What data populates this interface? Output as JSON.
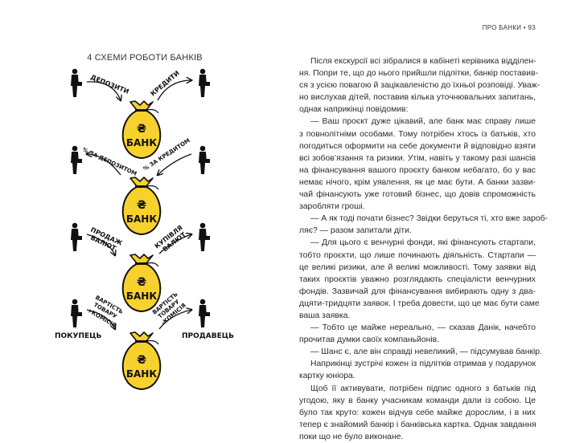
{
  "running_head": "ПРО БАНКИ • 93",
  "figure": {
    "title": "4 СХЕМИ РОБОТИ БАНКІВ",
    "bag_symbol": "₴",
    "bag_label": "БАНК",
    "bag_color": "#f7d12e",
    "rows": [
      {
        "left_arrow": "ДЕПОЗИТИ",
        "right_arrow": "КРЕДИТИ"
      },
      {
        "left_arrow": "% ЗА ДЕПОЗИТОМ",
        "right_arrow": "% ЗА КРЕДИТОМ"
      },
      {
        "left_arrow": [
          "ПРОДАЖ",
          "ВАЛЮТ"
        ],
        "right_arrow": [
          "КУПІВЛЯ",
          "ВАЛЮТ"
        ]
      },
      {
        "left_arrow": [
          "ВАРТІСТЬ",
          "ТОВАРУ",
          "+КОМІСІЯ"
        ],
        "right_arrow": [
          "ВАРТІСТЬ",
          "ТОВАРУ",
          "-КОМІСІЯ"
        ]
      }
    ],
    "buyer_label": "ПОКУПЕЦЬ",
    "seller_label": "ПРОДАВЕЦЬ"
  },
  "paragraphs": [
    [
      "Після екскурсії всі зібралися в кабінеті керівника відділен-",
      "ня. Попри те, що до нього прийшли підлітки, банкір поставив-",
      "ся з усією повагою й зацікавленістю до їхньої розповіді. Уваж-",
      "но вислухав дітей, поставив кілька уточнювальних запитань,",
      "однак наприкінці повідомив:"
    ],
    [
      "— Ваш проєкт дуже цікавий, але банк має справу лише",
      "з повнолітніми особами. Тому потрібен хтось із батьків, хто",
      "погодиться оформити на себе документи й відповідно взяти",
      "всі зобов’язання та ризики. Утім, навіть у такому разі шансів",
      "на фінансування вашого проєкту банком небагато, бо у вас",
      "немає нічого, крім уявлення, як це має бути. А банки зазви-",
      "чай фінансують уже готовий бізнес, що довів спроможність",
      "заробляти гроші."
    ],
    [
      "— А як тоді почати бізнес? Звідки беруться ті, хто вже зароб-",
      "ляє? — разом запитали діти."
    ],
    [
      "— Для цього є венчурні фонди, які фінансують стартапи,",
      "тобто проєкти, що лише починають діяльність. Стартапи —",
      "це великі ризики, але й великі можливості. Тому заявки від",
      "таких проєктів уважно розглядають спеціалісти венчурних",
      "фондів. Зазвичай для фінансування вибирають одну з два-",
      "дцяти-тридцяти заявок. І треба довести, що це має бути саме",
      "ваша заявка."
    ],
    [
      "— Тобто це майже нереально, — сказав Данік, начебто",
      "прочитав думки своїх компаньйонів."
    ],
    [
      "— Шанс є, але він справді невеликий, — підсумував банкір."
    ],
    [
      "Наприкінці зустрічі кожен із підлітків отримав у подарунок",
      "картку юніора."
    ],
    [
      "Щоб її активувати, потрібен підпис одного з батьків під",
      "угодою, яку в банку учасникам команди дали із собою. Це",
      "було так круто: кожен відчув себе майже дорослим, і в них",
      "тепер є знайомий банкір і банківська картка. Однак завдання",
      "поки що не було виконане."
    ]
  ]
}
